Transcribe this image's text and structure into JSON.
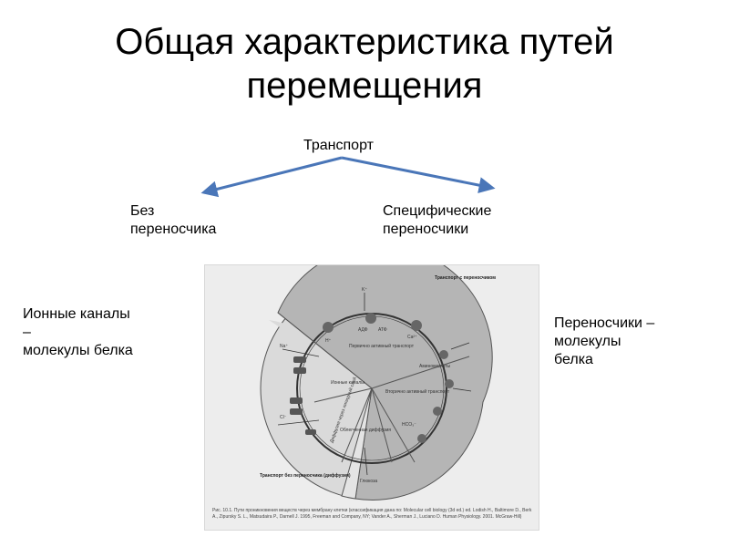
{
  "slide": {
    "title": "Общая характеристика путей перемещения",
    "transport_label": "Транспорт",
    "no_carrier_label": "Без\nпереносчика",
    "specific_label": "Специфические\nпереносчики",
    "ion_channels_label": "Ионные каналы\n–\nмолекулы белка",
    "carriers_label": "Переносчики –\nмолекулы\nбелка"
  },
  "figure": {
    "top_right_label": "Транспорт с переносчиком",
    "bottom_left_label": "Транспорт без переносчика (диффузия)",
    "primary_active": "Первично активный транспорт",
    "secondary_active": "Вторично активный транспорт",
    "amino_acids": "Аминокислоты",
    "ion_channels": "Ионные каналы",
    "facilitated": "Облегченная диффузия",
    "glucose": "Глюкоза",
    "diffusion_lipid": "Диффузия через липидный слой",
    "ions": [
      "K⁺",
      "Na⁺",
      "Ca²⁺",
      "H⁺",
      "Cl⁻",
      "HCO₃⁻",
      "АДФ",
      "АТФ"
    ],
    "caption": "Рис. 10.1. Пути проникновения веществ через мембрану клетки (классификация дана по: Molecular cell biology (3d ed.) ed. Lodish H., Baltimore D., Berk A., Zipursky S. L., Matsudaira P., Darnell J. 1995, Freeman and Company, NY; Vander A., Sherman J., Luciano D. Human Physiology. 2001. McGraw-Hill)"
  },
  "colors": {
    "arrow": "#4a76b8",
    "sector_dark": "#b5b5b5",
    "sector_light": "#dadada",
    "figure_bg": "#ededed"
  }
}
